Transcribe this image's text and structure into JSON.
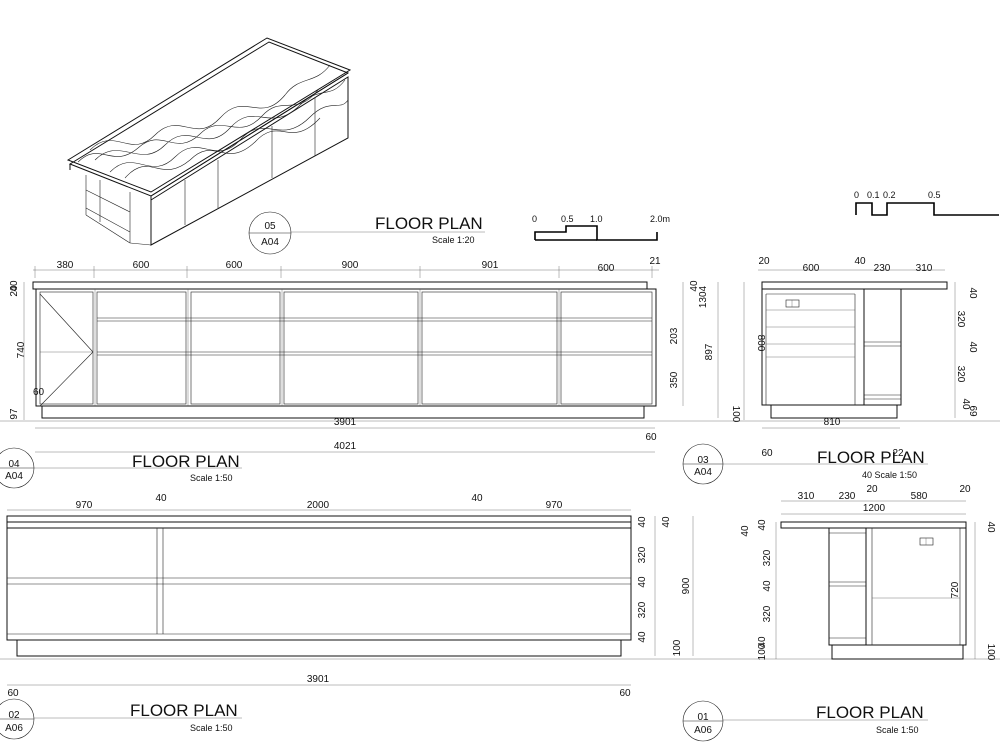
{
  "views": {
    "v05": {
      "title": "FLOOR PLAN",
      "scale": "Scale 1:20",
      "bubble_top": "05",
      "bubble_bottom": "A04"
    },
    "v04": {
      "title": "FLOOR PLAN",
      "scale": "Scale 1:50",
      "bubble_top": "04",
      "bubble_bottom": "A04"
    },
    "v03": {
      "title": "FLOOR PLAN",
      "scale": "40 Scale 1:50",
      "bubble_top": "03",
      "bubble_bottom": "A04"
    },
    "v02": {
      "title": "FLOOR PLAN",
      "scale": "Scale 1:50",
      "bubble_top": "02",
      "bubble_bottom": "A06"
    },
    "v01": {
      "title": "FLOOR PLAN",
      "scale": "Scale 1:50",
      "bubble_top": "01",
      "bubble_bottom": "A06"
    }
  },
  "scalebar_a": {
    "labels": [
      "0",
      "0.5",
      "1.0",
      "2.0m"
    ]
  },
  "scalebar_b": {
    "labels": [
      "0",
      "0.1",
      "0.2",
      "0.5"
    ]
  },
  "front_elev": {
    "top_dims": [
      "380",
      "600",
      "600",
      "900",
      "901",
      "600",
      "21"
    ],
    "left_dims": [
      "20",
      "40",
      "740",
      "60",
      "97"
    ],
    "right_dims": [
      "40",
      "1304",
      "203",
      "897",
      "350"
    ],
    "bottom_dims": [
      "3901",
      "60",
      "4021"
    ]
  },
  "side_elev": {
    "top_dims": [
      "20",
      "600",
      "40",
      "230",
      "310"
    ],
    "left_dims": [
      "800",
      "100"
    ],
    "right_dims": [
      "40",
      "320",
      "40",
      "320",
      "40",
      "69"
    ],
    "bottom_dims": [
      "810",
      "60",
      "22"
    ]
  },
  "rear_elev": {
    "top_dims": [
      "970",
      "40",
      "2000",
      "40",
      "970"
    ],
    "right_dims": [
      "40",
      "40",
      "320",
      "40",
      "320",
      "40",
      "900",
      "100"
    ],
    "bottom_dims": [
      "3901",
      "60",
      "60"
    ]
  },
  "end_elev": {
    "top_dims": [
      "310",
      "230",
      "20",
      "580",
      "20",
      "1200"
    ],
    "left_dims": [
      "40",
      "40",
      "320",
      "40",
      "320",
      "40",
      "100"
    ],
    "right_dims": [
      "40",
      "720",
      "100"
    ]
  }
}
